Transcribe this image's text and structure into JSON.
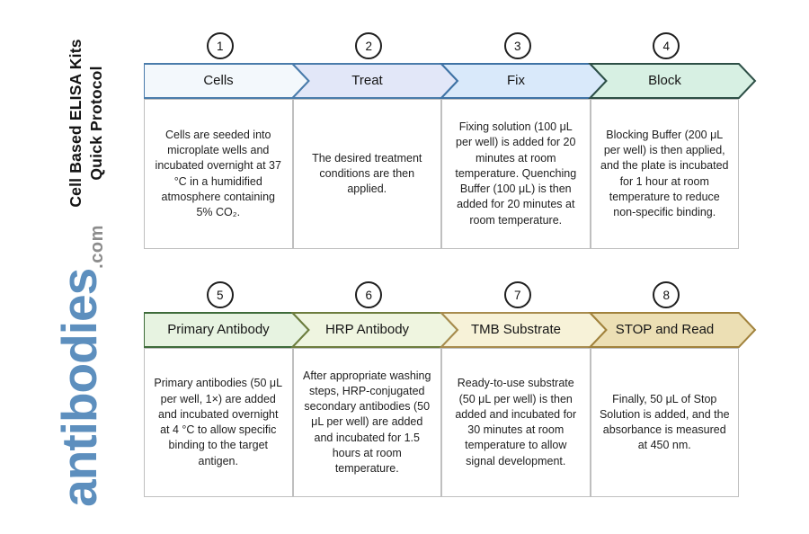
{
  "page": {
    "background": "#ffffff"
  },
  "sidebar": {
    "title_line1": "Cell Based ELISA Kits",
    "title_line2": "Quick Protocol",
    "logo_text": "antibodies",
    "logo_suffix": ".com",
    "logo_color": "#5d8fbe",
    "logo_suffix_color": "#8c8c8c"
  },
  "steps": [
    {
      "number": "1",
      "label": "Cells",
      "fill": "#f3f8fc",
      "stroke": "#4a7cab",
      "description": "Cells are seeded into microplate wells and incubated overnight at 37 °C in a humidified atmosphere containing 5% CO₂."
    },
    {
      "number": "2",
      "label": "Treat",
      "fill": "#e2e7f8",
      "stroke": "#4a7cab",
      "description": "The desired treatment conditions are then applied."
    },
    {
      "number": "3",
      "label": "Fix",
      "fill": "#d9e9fa",
      "stroke": "#3f73a5",
      "description": "Fixing solution (100 μL per well) is added for 20 minutes at room temperature. Quenching Buffer (100 μL) is then added for 20 minutes at room temperature."
    },
    {
      "number": "4",
      "label": "Block",
      "fill": "#d7f0e3",
      "stroke": "#2d4f46",
      "description": "Blocking Buffer (200 μL per well) is then applied, and the plate is incubated for 1 hour at room temperature to reduce non-specific binding."
    },
    {
      "number": "5",
      "label": "Primary Antibody",
      "fill": "#e7f3e1",
      "stroke": "#3e6b3a",
      "description": "Primary antibodies (50 μL per well, 1×) are added and incubated overnight at 4 °C to allow specific binding to the target antigen."
    },
    {
      "number": "6",
      "label": "HRP Antibody",
      "fill": "#eff5e0",
      "stroke": "#6d7d3e",
      "description": "After appropriate washing steps, HRP-conjugated secondary antibodies (50 μL per well) are added and incubated for 1.5 hours at room temperature."
    },
    {
      "number": "7",
      "label": "TMB Substrate",
      "fill": "#f7f2d8",
      "stroke": "#a88c4e",
      "description": "Ready-to-use substrate (50 μL per well) is then added and incubated for 30 minutes at room temperature to allow signal development."
    },
    {
      "number": "8",
      "label": "STOP and Read",
      "fill": "#ecdfb4",
      "stroke": "#a1823c",
      "description": "Finally, 50 μL of Stop Solution is added, and the absorbance is measured at 450 nm."
    }
  ]
}
